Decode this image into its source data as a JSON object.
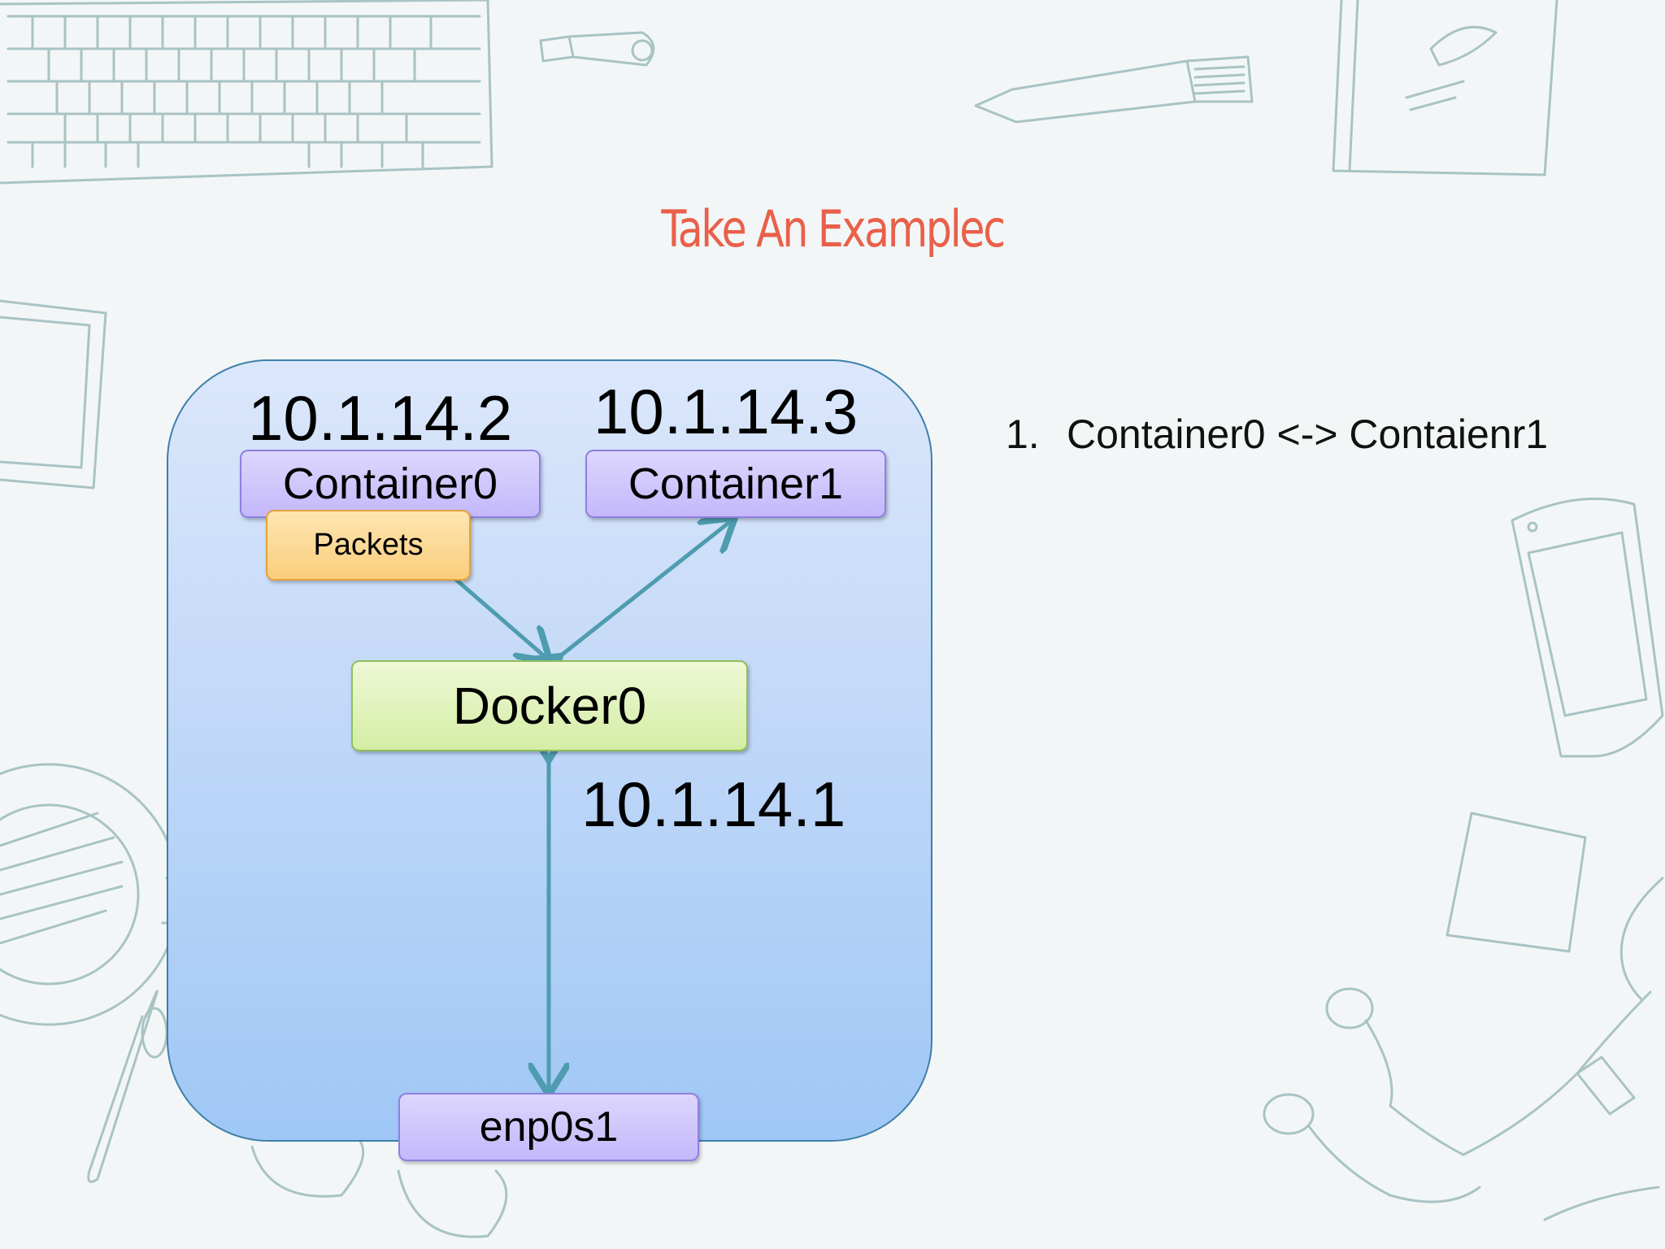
{
  "slide": {
    "title": "Take An Examplec"
  },
  "diagram": {
    "ip_container0": "10.1.14.2",
    "ip_container1": "10.1.14.3",
    "ip_docker0": "10.1.14.1",
    "container0_label": "Container0",
    "container1_label": "Container1",
    "packets_label": "Packets",
    "docker0_label": "Docker0",
    "enp0s1_label": "enp0s1",
    "colors": {
      "host_box_border": "#3e7fa8",
      "arrow": "#4f9cb0",
      "title": "#e9604a"
    }
  },
  "notes": {
    "items": [
      {
        "number": "1.",
        "text": "Container0 <-> Contaienr1"
      }
    ]
  }
}
